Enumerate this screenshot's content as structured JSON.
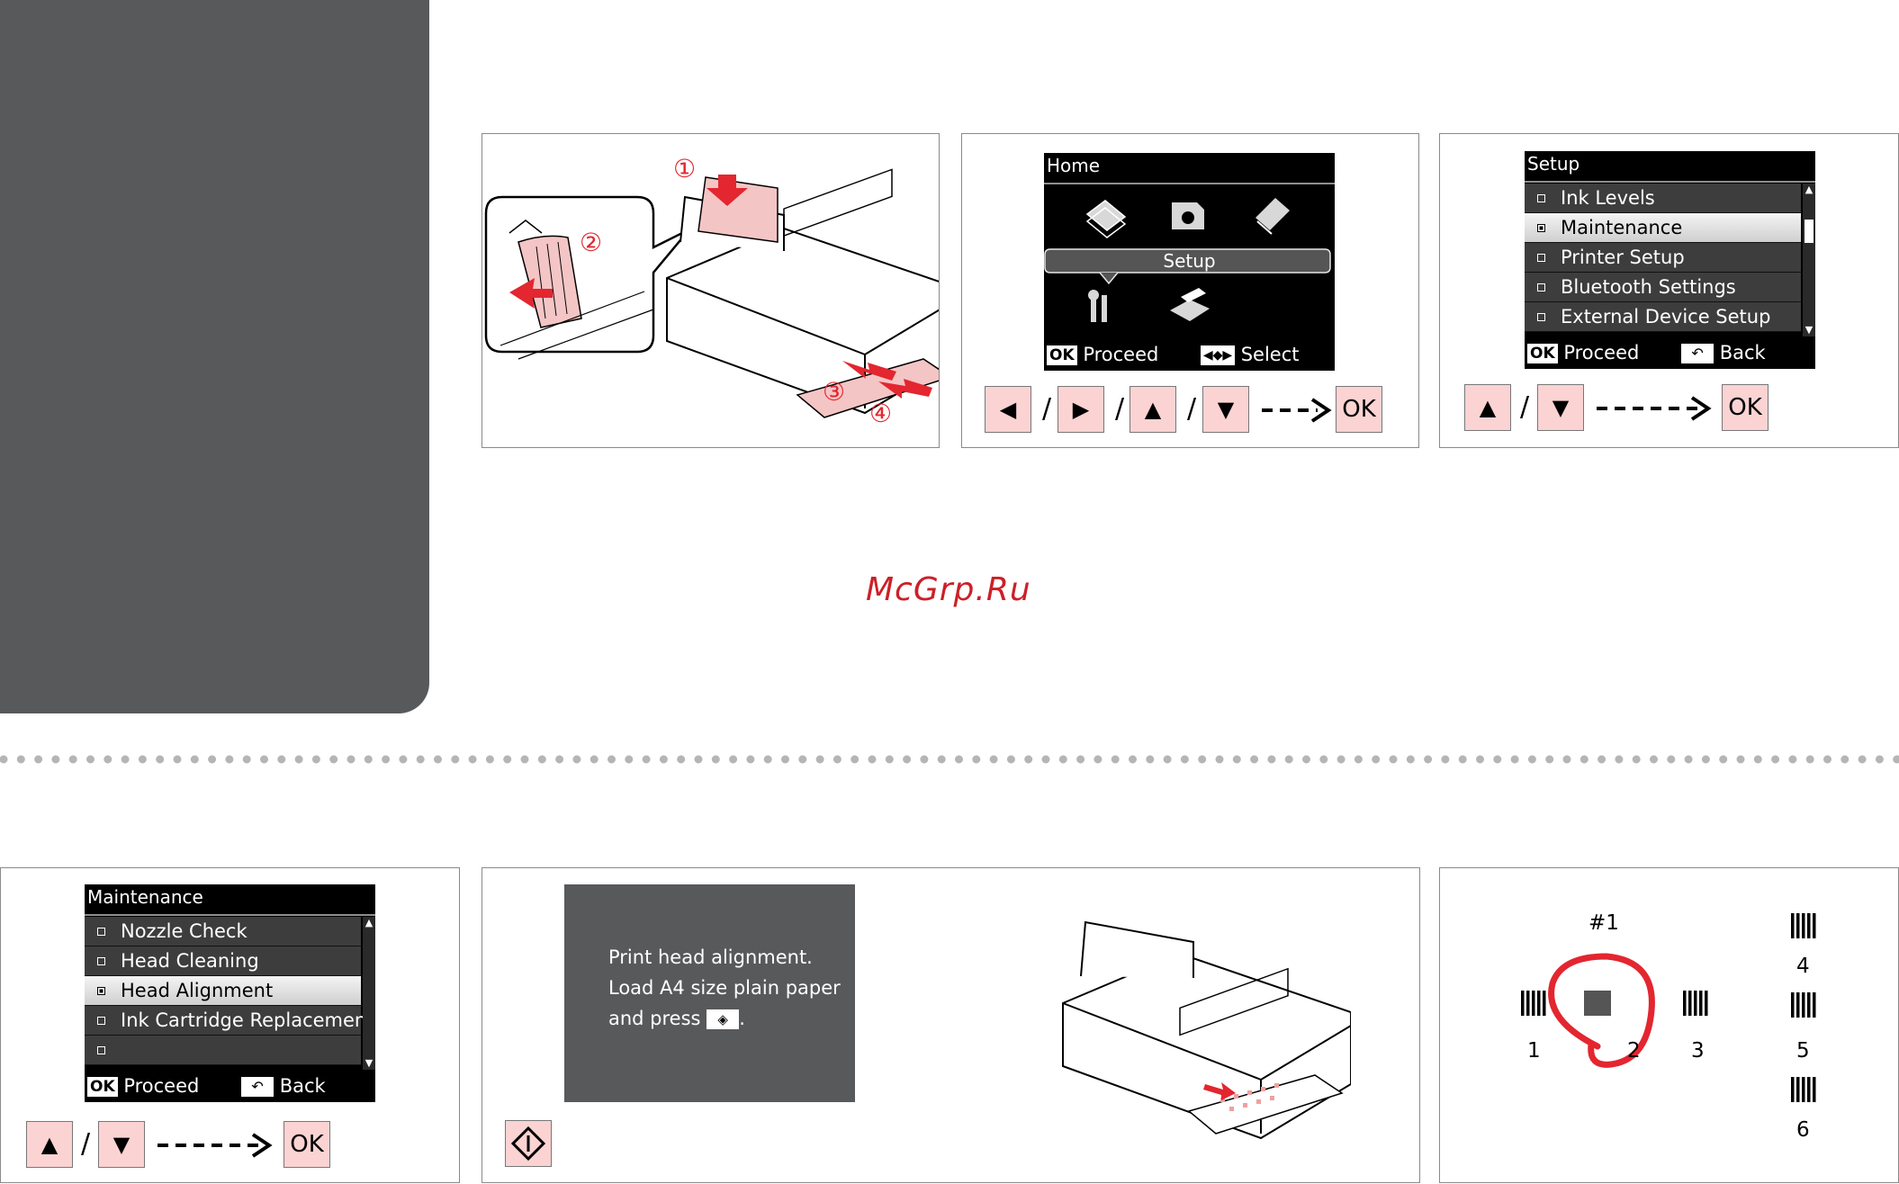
{
  "watermark": "McGrp.Ru",
  "step1": {
    "callouts": [
      "①",
      "②",
      "③",
      "④"
    ]
  },
  "step2": {
    "lcd_title": "Home",
    "selected_label": "Setup",
    "footer_proceed": "Proceed",
    "footer_select": "Select",
    "ok_badge": "OK",
    "icons": [
      "copy-icon",
      "memory-card-icon",
      "scan-icon",
      "setup-tools-icon",
      "print-photo-icon"
    ],
    "keys": [
      "◀",
      "▶",
      "▲",
      "▼"
    ],
    "ok_key": "OK",
    "sep": "/"
  },
  "step3": {
    "lcd_title": "Setup",
    "items": [
      "Ink Levels",
      "Maintenance",
      "Printer Setup",
      "Bluetooth Settings",
      "External Device Setup"
    ],
    "selected_index": 1,
    "footer_proceed": "Proceed",
    "footer_back": "Back",
    "ok_badge": "OK",
    "keys": [
      "▲",
      "▼"
    ],
    "ok_key": "OK",
    "sep": "/"
  },
  "step4": {
    "lcd_title": "Maintenance",
    "items": [
      "Nozzle Check",
      "Head Cleaning",
      "Head Alignment",
      "Ink Cartridge Replacement"
    ],
    "selected_index": 2,
    "footer_proceed": "Proceed",
    "footer_back": "Back",
    "ok_badge": "OK",
    "keys": [
      "▲",
      "▼"
    ],
    "ok_key": "OK",
    "sep": "/"
  },
  "step5": {
    "message_line1": "Print head alignment.",
    "message_line2": "Load A4 size plain paper",
    "message_line3": "and press",
    "message_end": "."
  },
  "step6": {
    "heading": "#1",
    "labels": [
      "1",
      "2",
      "3",
      "4",
      "5",
      "6"
    ],
    "circled": "2",
    "circle_color": "#e3262f"
  },
  "colors": {
    "key_fill": "#fbd3d3",
    "sidebar": "#58595b",
    "accent_red": "#e3262f"
  }
}
